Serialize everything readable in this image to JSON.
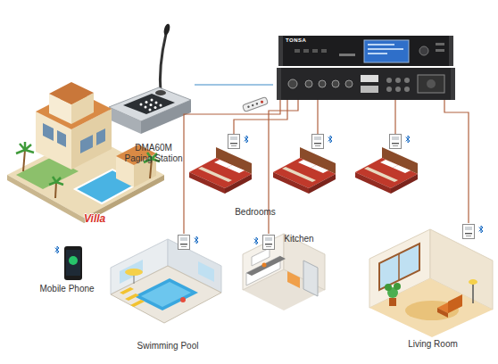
{
  "diagram": {
    "nodes": [
      {
        "text": [
          "DMA60M Paging Station"
        ]
      },
      {
        "text": [
          "TONSA"
        ]
      },
      {
        "text": [
          "Villa"
        ]
      },
      {
        "text": [
          "Bedrooms"
        ]
      },
      {
        "text": [
          "Kitchen"
        ]
      },
      {
        "text": [
          "Mobile Phone"
        ]
      },
      {
        "text": [
          "Swimming Pool"
        ]
      },
      {
        "text": [
          "Living Room"
        ]
      }
    ],
    "edges": [
      {
        "from": 0,
        "to": 1,
        "arrow": "none"
      },
      {
        "from": 1,
        "to": 3,
        "arrow": "none"
      },
      {
        "from": 1,
        "to": 3,
        "arrow": "none"
      },
      {
        "from": 1,
        "to": 3,
        "arrow": "none"
      },
      {
        "from": 1,
        "to": 4,
        "arrow": "none"
      },
      {
        "from": 1,
        "to": 6,
        "arrow": "none"
      },
      {
        "from": 1,
        "to": 7,
        "arrow": "none"
      }
    ]
  }
}
